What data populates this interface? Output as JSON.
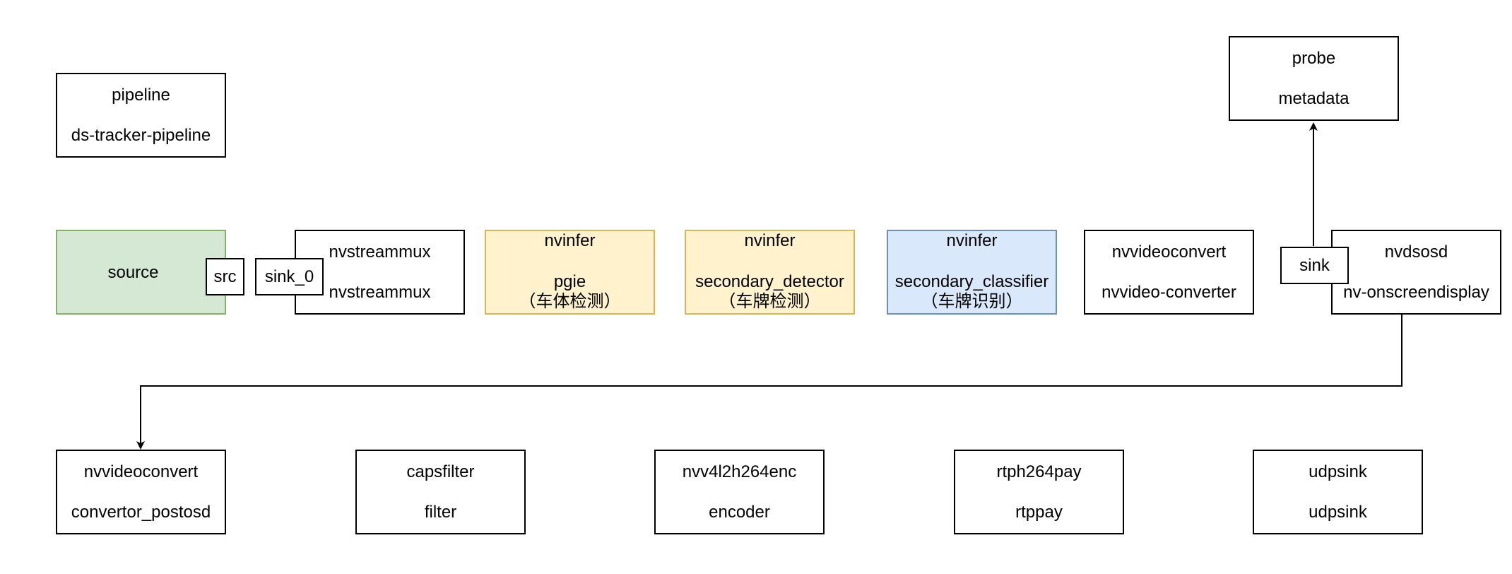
{
  "pipeline": {
    "kind": "pipeline",
    "name": "ds-tracker-pipeline"
  },
  "source": {
    "label": "source",
    "pad": "src"
  },
  "streammux": {
    "kind": "nvstreammux",
    "name": "nvstreammux",
    "pad": "sink_0"
  },
  "pgie": {
    "kind": "nvinfer",
    "name": "pgie",
    "note": "（车体检测）"
  },
  "sgie_detector": {
    "kind": "nvinfer",
    "name": "secondary_detector",
    "note": "（车牌检测）"
  },
  "sgie_classifier": {
    "kind": "nvinfer",
    "name": "secondary_classifier",
    "note": "（车牌识别）"
  },
  "converter": {
    "kind": "nvvideoconvert",
    "name": "nvvideo-converter"
  },
  "osd": {
    "kind": "nvdsosd",
    "name": "nv-onscreendisplay",
    "pad": "sink"
  },
  "probe": {
    "kind": "probe",
    "name": "metadata"
  },
  "convertor_postosd": {
    "kind": "nvvideoconvert",
    "name": "convertor_postosd"
  },
  "capsfilter": {
    "kind": "capsfilter",
    "name": "filter"
  },
  "encoder": {
    "kind": "nvv4l2h264enc",
    "name": "encoder"
  },
  "rtppay": {
    "kind": "rtph264pay",
    "name": "rtppay"
  },
  "udpsink": {
    "kind": "udpsink",
    "name": "udpsink"
  },
  "colors": {
    "source_fill": "#d5e8d4",
    "source_stroke": "#82b366",
    "infer_fill": "#fff2cc",
    "infer_stroke": "#d6b656",
    "classifier_fill": "#dae8fc",
    "classifier_stroke": "#6c8ebf"
  }
}
